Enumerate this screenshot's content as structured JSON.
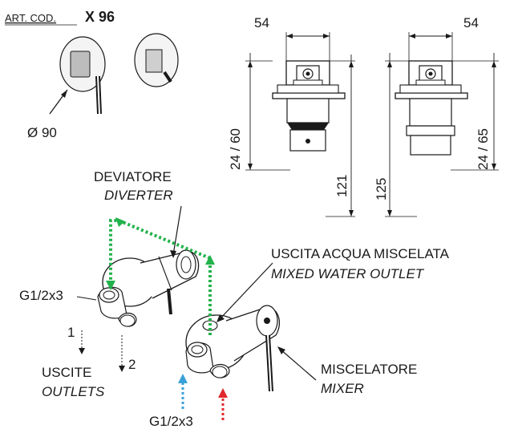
{
  "header": {
    "art_cod_label": "ART. COD.",
    "code": "X 96"
  },
  "product_view": {
    "diameter_label": "Ø 90"
  },
  "dimensions": {
    "left": {
      "width_label": "54",
      "depth_range_label": "24 / 60",
      "height_label": "121"
    },
    "right": {
      "width_label": "54",
      "height_label": "125",
      "depth_range_label": "24 / 65"
    }
  },
  "callouts": {
    "diverter": {
      "label_it": "DEVIATORE",
      "label_en": "DIVERTER"
    },
    "mixed_outlet": {
      "label_it": "USCITA ACQUA MISCELATA",
      "label_en": "MIXED WATER OUTLET"
    },
    "mixer": {
      "label_it": "MISCELATORE",
      "label_en": "MIXER"
    },
    "outlets": {
      "label_it": "USCITE",
      "label_en": "OUTLETS",
      "outlet_1": "1",
      "outlet_2": "2"
    },
    "thread_top": "G1/2x3",
    "thread_bottom": "G1/2x3"
  },
  "colors": {
    "flow_green": "#22b24c",
    "cold_blue": "#3aa0d8",
    "hot_red": "#e0282e"
  }
}
